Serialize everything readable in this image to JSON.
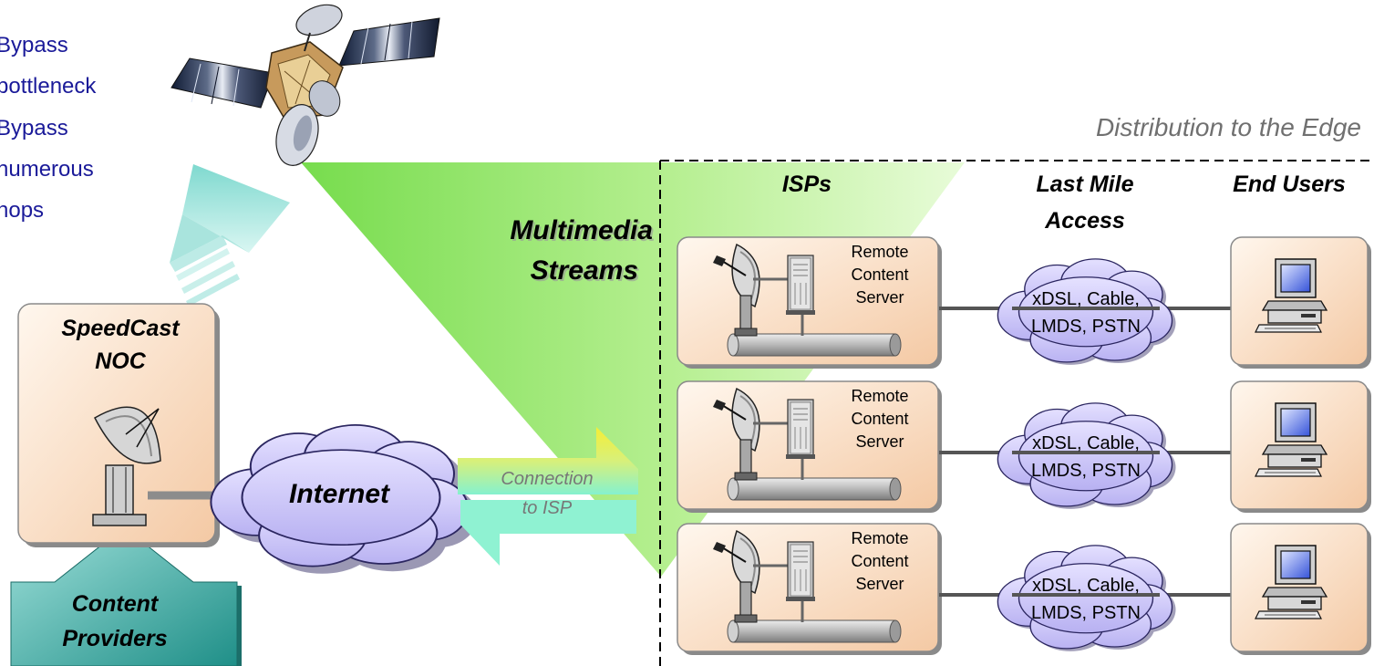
{
  "benefits": [
    "Bypass",
    "bottleneck",
    "Bypass",
    "numerous",
    "hops"
  ],
  "edge_title": "Distribution to the Edge",
  "multimedia": [
    "Multimedia",
    "Streams"
  ],
  "noc": [
    "SpeedCast",
    "NOC"
  ],
  "internet": "Internet",
  "providers": [
    "Content",
    "Providers"
  ],
  "connection": [
    "Connection",
    "to ISP"
  ],
  "columns": {
    "isps": "ISPs",
    "last_mile": [
      "Last Mile",
      "Access"
    ],
    "end_users": "End Users"
  },
  "rows": [
    {
      "server": [
        "Remote",
        "Content",
        "Server"
      ],
      "access": [
        "xDSL, Cable,",
        "LMDS, PSTN"
      ]
    },
    {
      "server": [
        "Remote",
        "Content",
        "Server"
      ],
      "access": [
        "xDSL, Cable,",
        "LMDS, PSTN"
      ]
    },
    {
      "server": [
        "Remote",
        "Content",
        "Server"
      ],
      "access": [
        "xDSL, Cable,",
        "LMDS, PSTN"
      ]
    }
  ],
  "colors": {
    "benefit_text": "#1a1a99",
    "edge_title": "#707070",
    "noc_box": "#f8d9bd",
    "provider_arrow": "#2a9b95",
    "cloud": "#c9c4f7",
    "beam": "#66dd33",
    "connection_top": "#f2ec3a",
    "connection_bottom": "#88f0cc"
  }
}
